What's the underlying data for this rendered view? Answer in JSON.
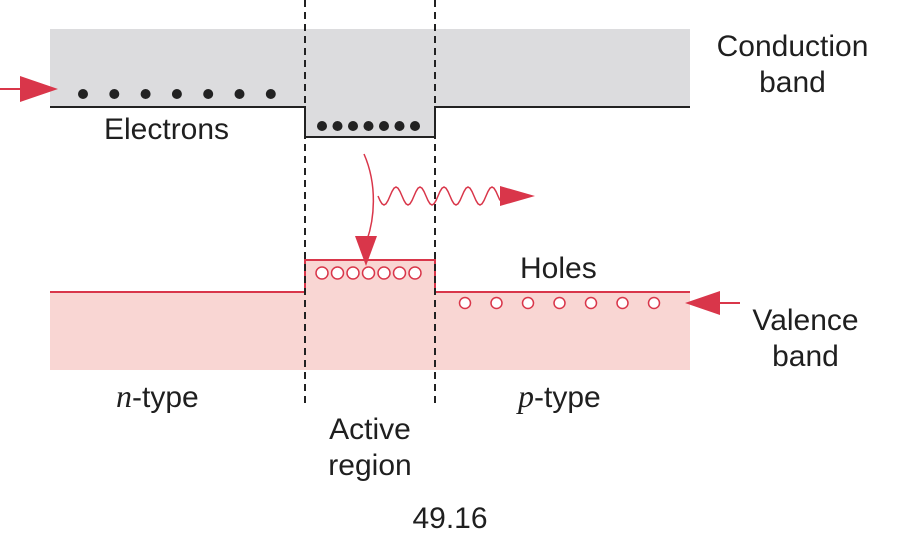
{
  "labels": {
    "conduction_band": [
      "Conduction",
      "band"
    ],
    "valence_band": [
      "Valence",
      "band"
    ],
    "electrons": "Electrons",
    "holes": "Holes",
    "n_type_letter": "n",
    "p_type_letter": "p",
    "type_suffix": "-type",
    "active_region": [
      "Active",
      "region"
    ],
    "figure_number": "49.16"
  },
  "counts": {
    "electrons_n_side": 7,
    "electrons_active": 7,
    "holes_active": 7,
    "holes_p_side": 7
  },
  "colors": {
    "conduction_fill": "#dcdcde",
    "valence_fill": "#f9d6d3",
    "accent": "#d9364a",
    "line": "#222222"
  }
}
